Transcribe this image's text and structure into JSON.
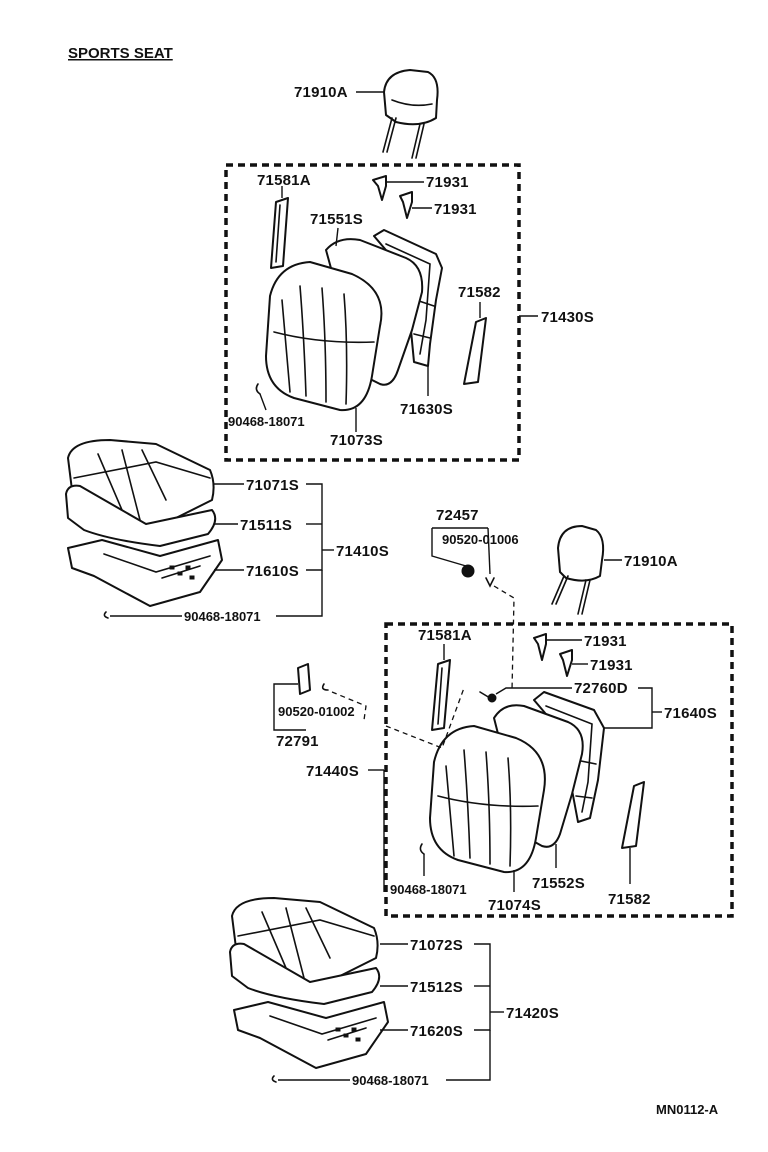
{
  "title": "SPORTS SEAT",
  "footer_code": "MN0112-A",
  "parts": {
    "p_71910A_top": "71910A",
    "p_71581A_top": "71581A",
    "p_71931_a": "71931",
    "p_71931_b": "71931",
    "p_71551S": "71551S",
    "p_71582_top": "71582",
    "p_71430S": "71430S",
    "p_90468_top": "90468-18071",
    "p_71630S": "71630S",
    "p_71073S": "71073S",
    "p_71071S": "71071S",
    "p_71511S": "71511S",
    "p_71410S": "71410S",
    "p_71610S": "71610S",
    "p_90468_left": "90468-18071",
    "p_72457": "72457",
    "p_90520_01006": "90520-01006",
    "p_71910A_bot": "71910A",
    "p_71581A_bot": "71581A",
    "p_71931_c": "71931",
    "p_71931_d": "71931",
    "p_72760D": "72760D",
    "p_71640S": "71640S",
    "p_90520_01002": "90520-01002",
    "p_72791": "72791",
    "p_71440S": "71440S",
    "p_90468_mid": "90468-18071",
    "p_71552S": "71552S",
    "p_71074S": "71074S",
    "p_71582_bot": "71582",
    "p_71072S": "71072S",
    "p_71512S": "71512S",
    "p_71420S": "71420S",
    "p_71620S": "71620S",
    "p_90468_bot": "90468-18071"
  }
}
